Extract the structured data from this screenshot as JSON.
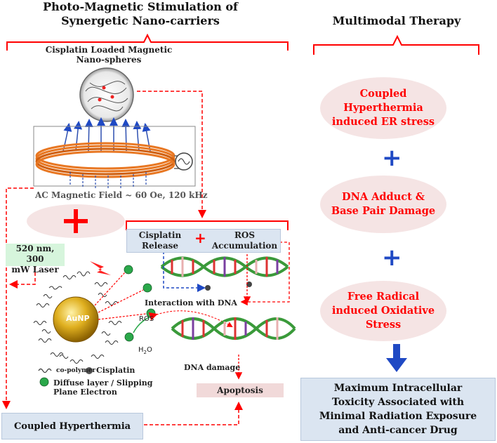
{
  "left_title": [
    "Photo-Magnetic Stimulation of",
    "Synergetic Nano-carriers"
  ],
  "right_title": "Multimodal Therapy",
  "nanosphere_label": [
    "Cisplatin Loaded Magnetic",
    "Nano-spheres"
  ],
  "ac_field_label": "AC Magnetic Field ~ 60 Oe, 120 kHz",
  "laser_label": [
    "520 nm, 300",
    "mW Laser"
  ],
  "cisplatin_release": [
    "Cisplatin",
    "Release"
  ],
  "ros_accumulation": [
    "ROS",
    "Accumulation"
  ],
  "interaction_label": "Interaction with DNA",
  "dna_damage_label": "DNA damage",
  "apoptosis_label": "Apoptosis",
  "coupled_hyperthermia_box": "Coupled Hyperthermia",
  "aunp_label": "AuNP",
  "ros_small": "ROS",
  "h2o_label": "H",
  "h2o_sub": "2",
  "h2o_end": "O",
  "legend": {
    "copolymer": "co-polymer",
    "cisplatin": "Cisplatin",
    "electron": [
      "Diffuse layer / Slipping",
      "Plane Electron"
    ]
  },
  "therapy_items": [
    [
      "Coupled",
      "Hyperthermia",
      "induced ER stress"
    ],
    [
      "DNA Adduct &",
      "Base Pair Damage"
    ],
    [
      "Free Radical",
      "induced Oxidative",
      "Stress"
    ]
  ],
  "result_box": [
    "Maximum Intracellular",
    "Toxicity Associated with",
    "Minimal Radiation Exposure",
    "and Anti-cancer Drug"
  ],
  "colors": {
    "red": "#ff0000",
    "blue": "#1f49c4",
    "box": "#dbe5f1",
    "ellipse": "#f5e4e4",
    "gold": "#d4a017",
    "laser_box": "#d6f5dc"
  }
}
